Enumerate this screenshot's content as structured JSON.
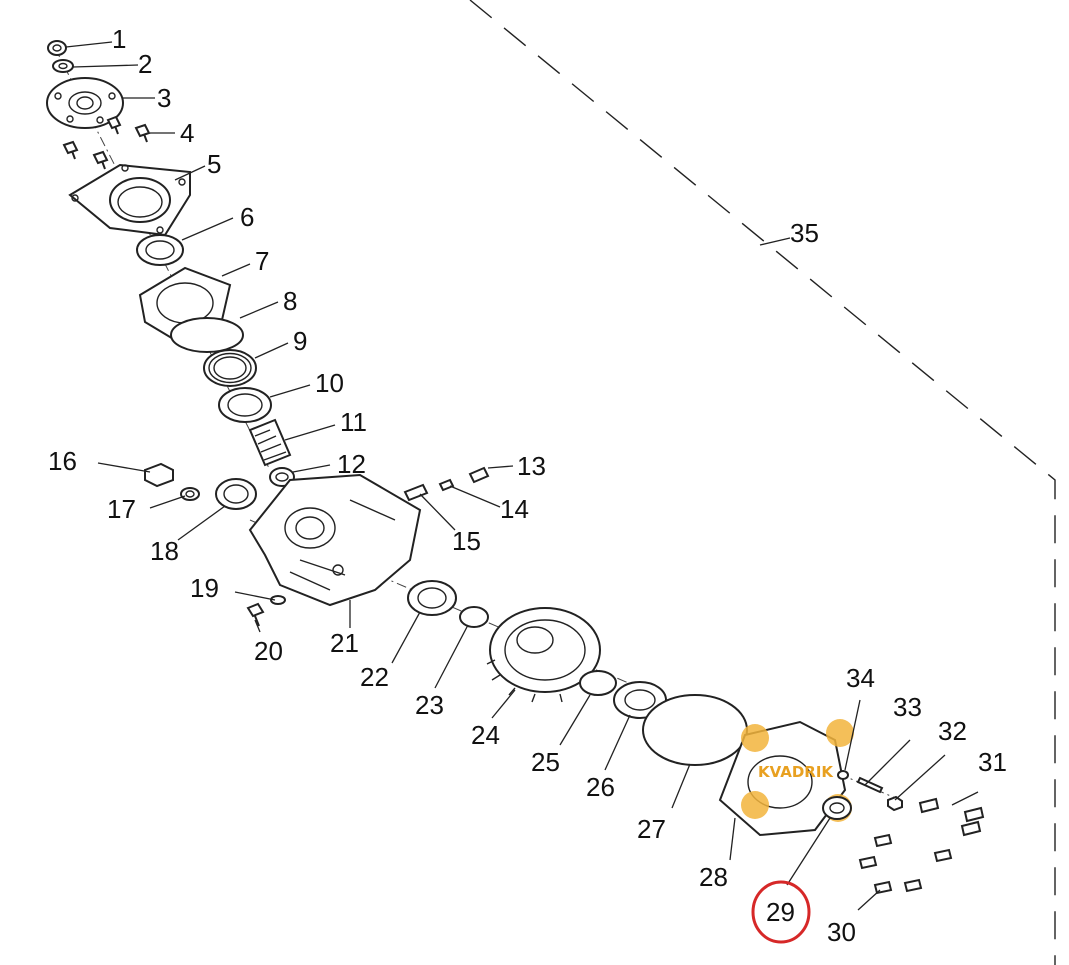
{
  "diagram": {
    "callouts": [
      "1",
      "2",
      "3",
      "4",
      "5",
      "6",
      "7",
      "8",
      "9",
      "10",
      "11",
      "12",
      "13",
      "14",
      "15",
      "16",
      "17",
      "18",
      "19",
      "20",
      "21",
      "22",
      "23",
      "24",
      "25",
      "26",
      "27",
      "28",
      "29",
      "30",
      "31",
      "32",
      "33",
      "34",
      "35"
    ],
    "highlight": {
      "label": "29",
      "color": "#d62828"
    },
    "watermark": {
      "text": "KVADRIK",
      "color": "#f2b43c"
    }
  }
}
